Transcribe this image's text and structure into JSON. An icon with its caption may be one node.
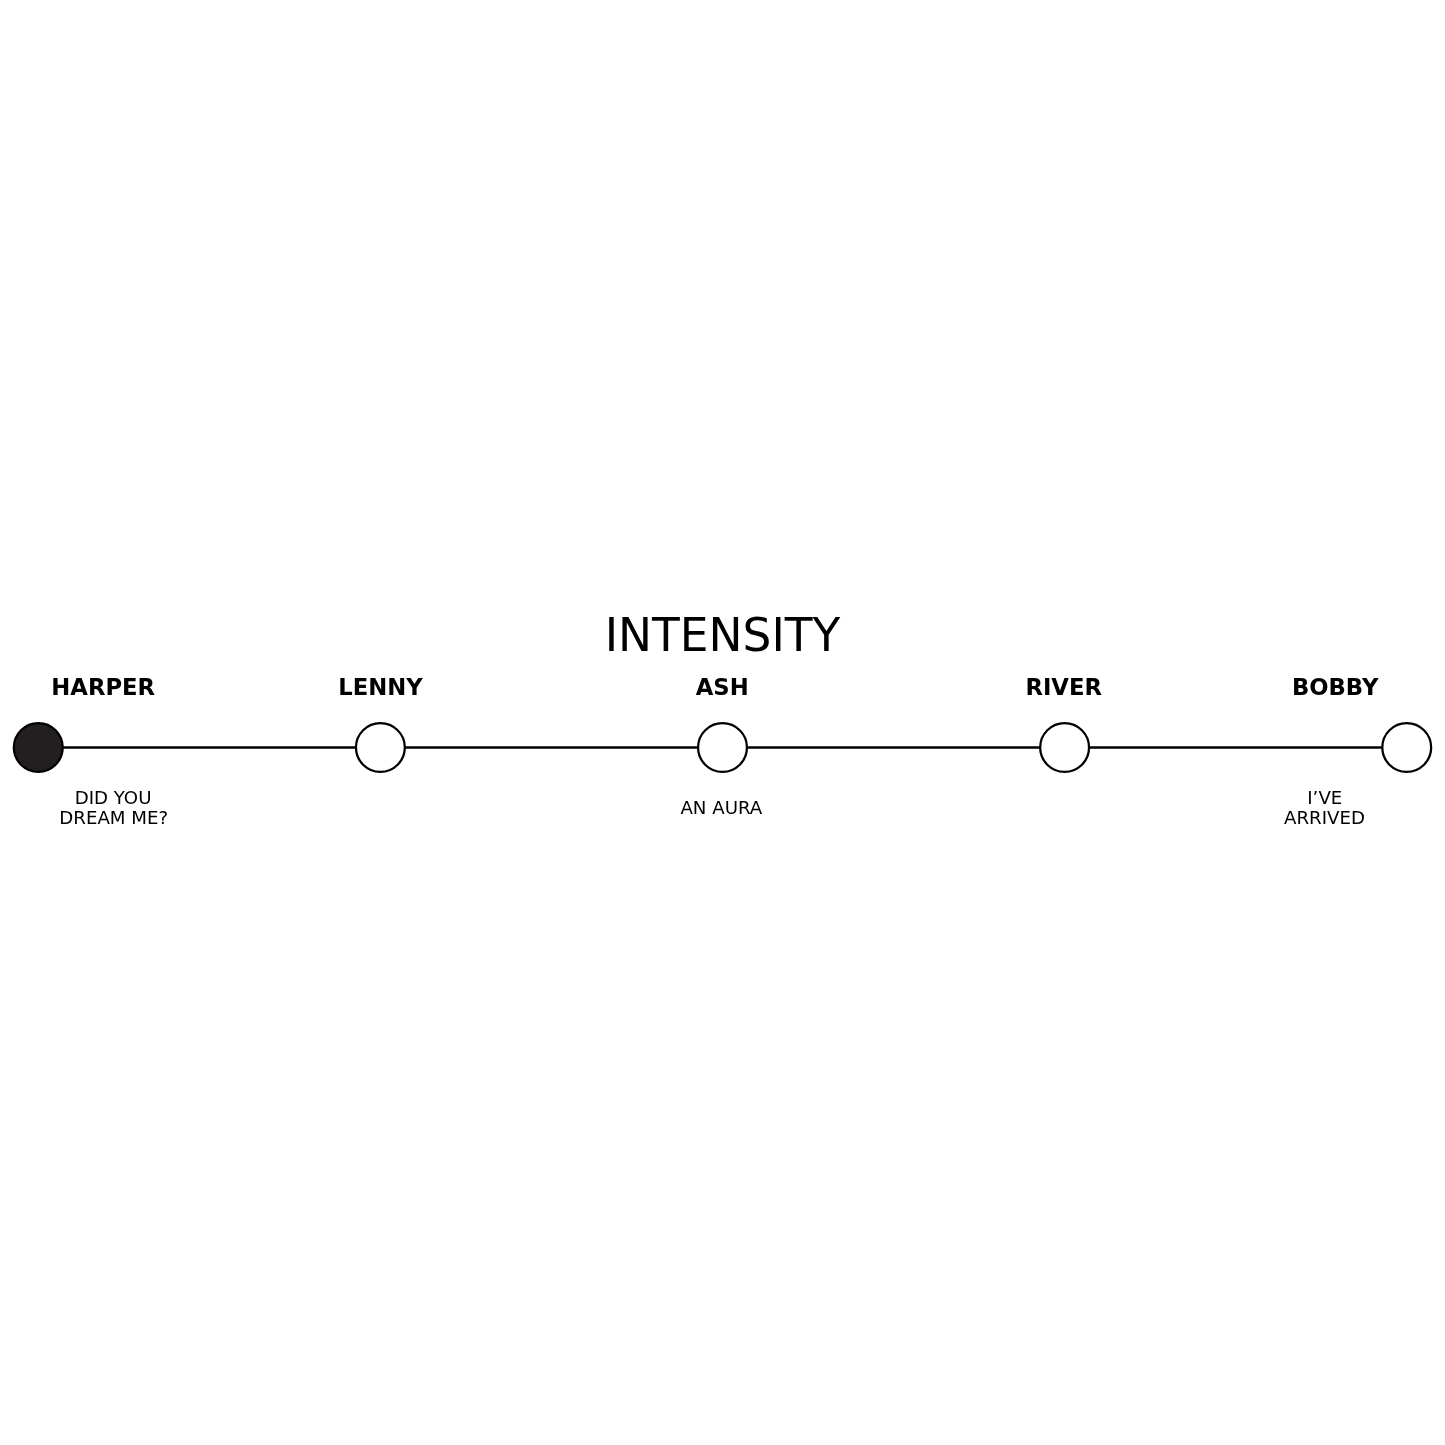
{
  "diagram": {
    "title": "INTENSITY",
    "nodes": [
      {
        "text": [
          "HARPER"
        ],
        "beside": [
          "DID YOU DREAM ME?"
        ]
      },
      {
        "text": [
          "LENNY"
        ]
      },
      {
        "text": [
          "ASH"
        ],
        "beside": [
          "AN AURA"
        ]
      },
      {
        "text": [
          "RIVER"
        ]
      },
      {
        "text": [
          "BOBBY"
        ],
        "beside": [
          "I’VE ARRIVED"
        ]
      }
    ],
    "edges": [
      {
        "from": 0,
        "to": 1,
        "arrow": "none"
      },
      {
        "from": 1,
        "to": 2,
        "arrow": "none"
      },
      {
        "from": 2,
        "to": 3,
        "arrow": "none"
      },
      {
        "from": 3,
        "to": 4,
        "arrow": "none"
      }
    ]
  }
}
